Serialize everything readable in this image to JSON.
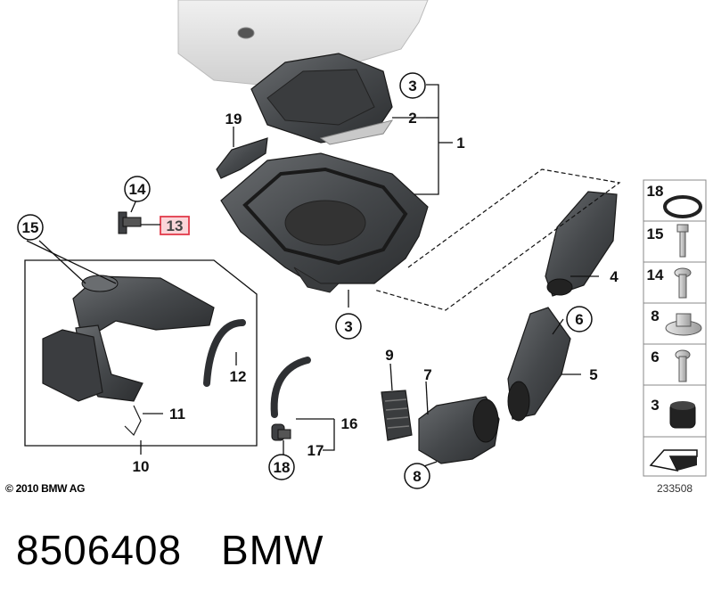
{
  "callouts": {
    "c1": "1",
    "c2": "2",
    "c3a": "3",
    "c3b": "3",
    "c4": "4",
    "c5": "5",
    "c6": "6",
    "c7": "7",
    "c8": "8",
    "c9": "9",
    "c10": "10",
    "c11": "11",
    "c12": "12",
    "c13": "13",
    "c14": "14",
    "c15": "15",
    "c16": "16",
    "c17": "17",
    "c18": "18",
    "c19": "19"
  },
  "legend": [
    "18",
    "15",
    "14",
    "8",
    "6",
    "3"
  ],
  "copyright": "© 2010 BMW AG",
  "diagram_id": "233508",
  "footer": {
    "part_number": "8506408",
    "brand": "BMW"
  },
  "colors": {
    "part_fill": "#4a4d50",
    "part_dark": "#2e3033",
    "cover_fill": "#e4e4e4",
    "highlight_box": "#e23b4a"
  }
}
